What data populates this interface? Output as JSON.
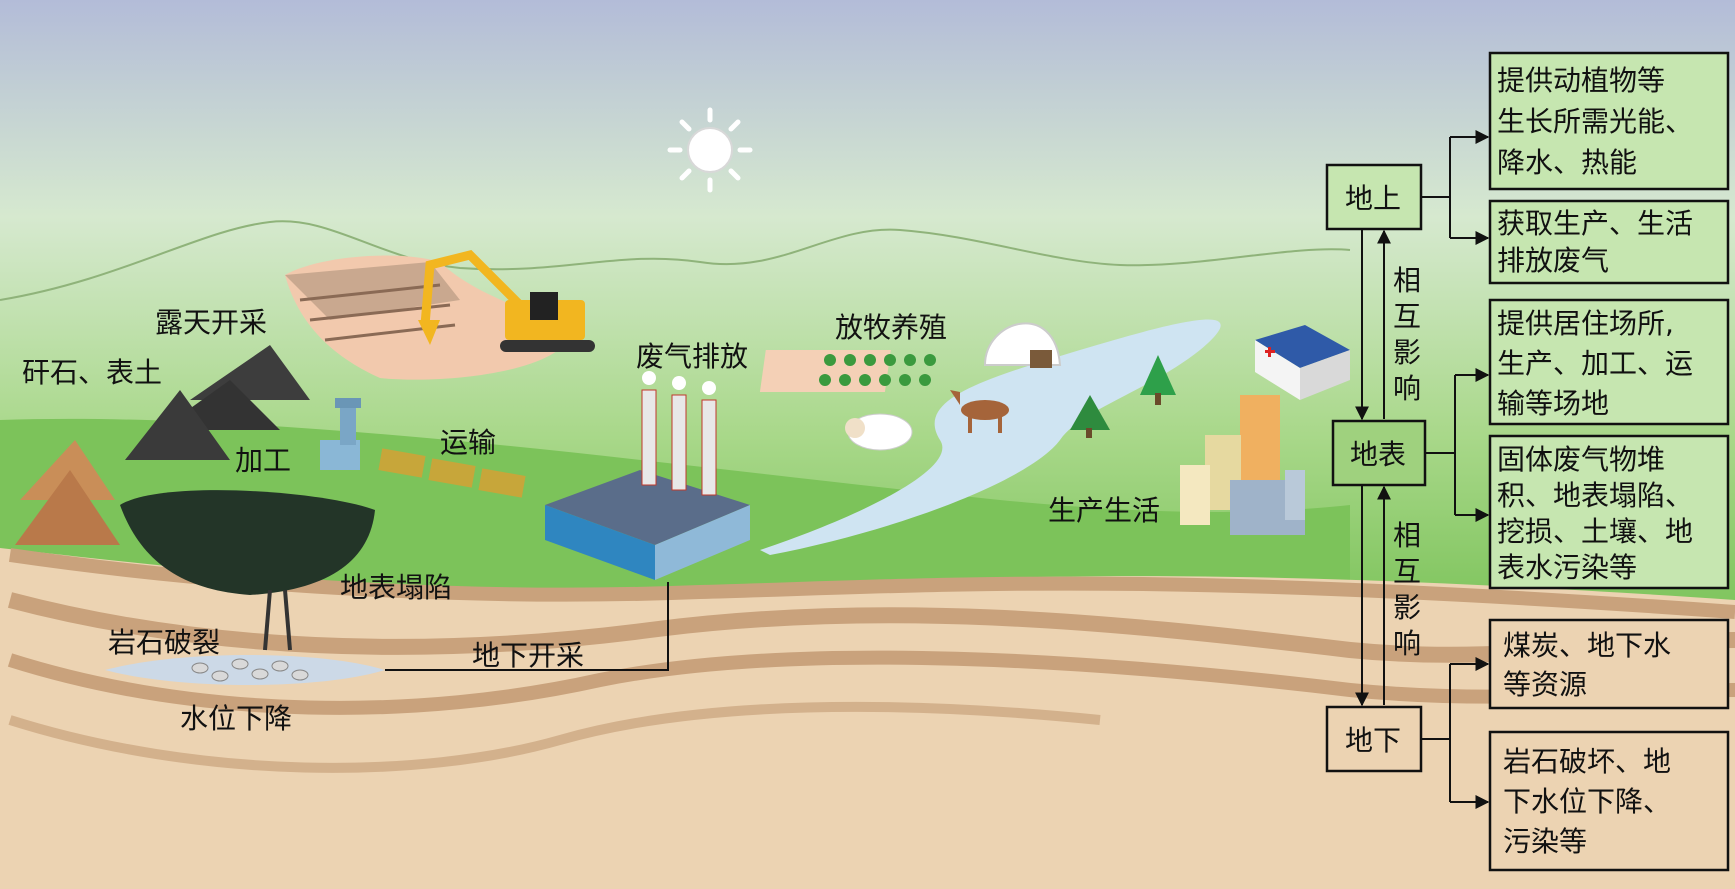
{
  "scene_labels": {
    "open_pit": "露天开采",
    "waste_rock": "矸石、表土",
    "processing": "加工",
    "transport": "运输",
    "exhaust": "废气排放",
    "grazing": "放牧养殖",
    "production_life": "生产生活",
    "subsidence": "地表塌陷",
    "rock_fracture": "岩石破裂",
    "water_drop": "水位下降",
    "underground_mining": "地下开采"
  },
  "structure": {
    "above": "地上",
    "surface": "地表",
    "below": "地下",
    "interaction": [
      "相",
      "互",
      "影",
      "响"
    ]
  },
  "effects": {
    "above_1": [
      "提供动植物等",
      "生长所需光能、",
      "降水、热能"
    ],
    "above_2": [
      "获取生产、生活",
      "排放废气"
    ],
    "surface_1": [
      "提供居住场所,",
      "生产、加工、运",
      "输等场地"
    ],
    "surface_2": [
      "固体废气物堆",
      "积、地表塌陷、",
      "挖损、土壤、地",
      "表水污染等"
    ],
    "below_1": [
      "煤炭、地下水",
      "等资源"
    ],
    "below_2": [
      "岩石破坏、地",
      "下水位下降、",
      "污染等"
    ]
  },
  "colors": {
    "sky_top": "#b4bdd8",
    "sky_mid": "#d9ebd0",
    "grass": "#7cc35a",
    "grass_dark": "#5fae43",
    "soil_light": "#ecd3b2",
    "soil_band": "#c9a27c",
    "effect_box_green": "#c6e6b0",
    "effect_box_tan": "#ecd3b2"
  }
}
